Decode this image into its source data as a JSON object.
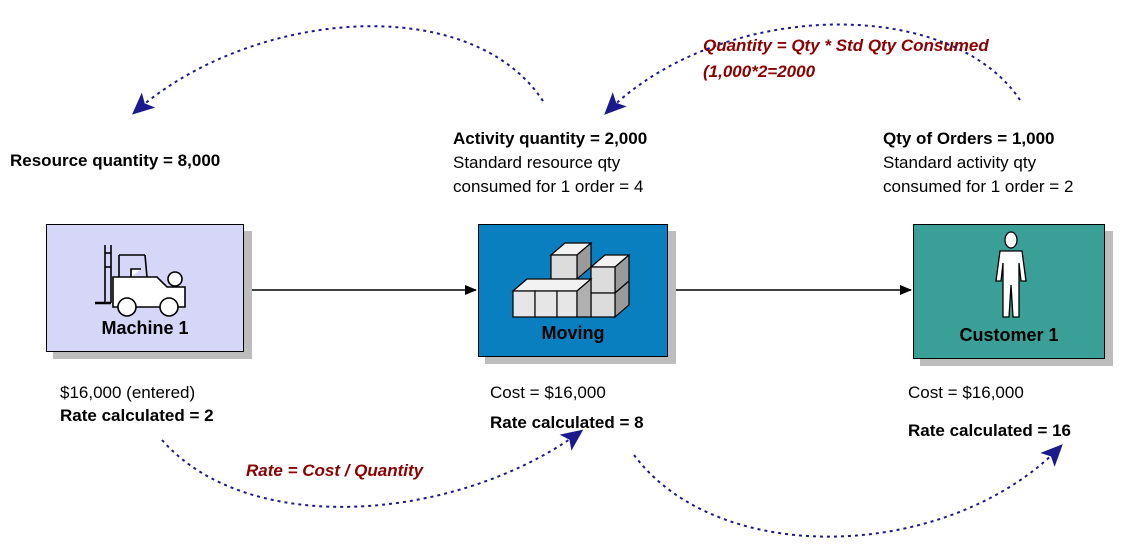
{
  "colors": {
    "machine_fill": "#d6d6f8",
    "moving_fill": "#0a7fc0",
    "customer_fill": "#3a9f97",
    "dashed_arrow": "#1a1a8c",
    "formula_text": "#8b0000"
  },
  "nodes": {
    "machine": {
      "label": "Machine 1",
      "icon": "forklift-icon"
    },
    "moving": {
      "label": "Moving",
      "icon": "boxes-icon"
    },
    "customer": {
      "label": "Customer 1",
      "icon": "person-icon"
    }
  },
  "machine_info": {
    "quantity": "Resource quantity = 8,000",
    "cost": "$16,000 (entered)",
    "rate": "Rate calculated = 2"
  },
  "moving_info": {
    "quantity": "Activity quantity = 2,000",
    "std_line1": "Standard resource qty",
    "std_line2": "consumed for 1 order = 4",
    "cost": "Cost = $16,000",
    "rate": "Rate calculated = 8"
  },
  "customer_info": {
    "quantity": "Qty of Orders = 1,000",
    "std_line1": "Standard activity qty",
    "std_line2": "consumed for 1 order = 2",
    "cost": "Cost = $16,000",
    "rate": "Rate calculated = 16"
  },
  "formulas": {
    "quantity_line1": "Quantity = Qty * Std Qty Consumed",
    "quantity_line2": "(1,000*2=2000",
    "rate": "Rate = Cost / Quantity"
  }
}
